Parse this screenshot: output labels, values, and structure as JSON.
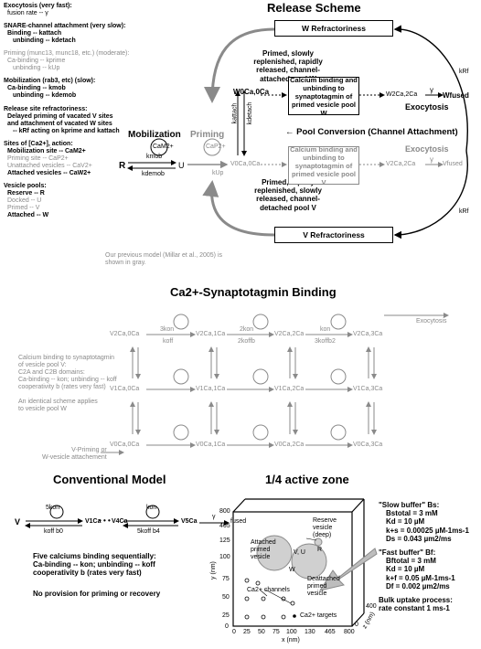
{
  "legend": {
    "lines": [
      {
        "text": "Exocytosis (very fast):",
        "style": "b"
      },
      {
        "text": "fusion rate -- γ",
        "style": "n"
      },
      {
        "text": "SNARE-channel attachment (very slow):",
        "style": "b"
      },
      {
        "text": "Binding -- kattach",
        "style": "b"
      },
      {
        "text": "unbinding -- kdetach",
        "style": "b"
      },
      {
        "text": "Priming (munc13, munc18, etc.) (moderate):",
        "style": "g"
      },
      {
        "text": "Ca-binding -- kprime",
        "style": "g"
      },
      {
        "text": "unbinding -- kUp",
        "style": "g"
      },
      {
        "text": "Mobilization (rab3, etc) (slow):",
        "style": "b"
      },
      {
        "text": "Ca-binding -- kmob",
        "style": "b"
      },
      {
        "text": "unbinding -- kdemob",
        "style": "b"
      },
      {
        "text": "Release site refractoriness:",
        "style": "b"
      },
      {
        "text": "Delayed priming of vacated V sites",
        "style": "b"
      },
      {
        "text": "and attachment of vacated W sites",
        "style": "b"
      },
      {
        "text": "-- kRf acting on kprime and kattach",
        "style": "b"
      },
      {
        "text": "Sites of [Ca2+], action:",
        "style": "b"
      },
      {
        "text": "Mobilization site -- CaM2+",
        "style": "b"
      },
      {
        "text": "Priming site -- CaP2+",
        "style": "g"
      },
      {
        "text": "Unattached vesicles -- CaV2+",
        "style": "g"
      },
      {
        "text": "Attached vesicles -- CaW2+",
        "style": "b"
      },
      {
        "text": "Vesicle pools:",
        "style": "b"
      },
      {
        "text": "Reserve -- R",
        "style": "b"
      },
      {
        "text": "Docked -- U",
        "style": "g"
      },
      {
        "text": "Primed -- V",
        "style": "g"
      },
      {
        "text": "Attached -- W",
        "style": "b"
      }
    ]
  },
  "release": {
    "title": "Release Scheme",
    "w_refract": "W Refractoriness",
    "v_refract": "V Refractoriness",
    "primed_attached": "Primed, slowly replenished, rapidly released, channel-attached pool W",
    "primed_detached": "Primed, rapidly replenished, slowly released, channel-detached pool V",
    "ca_bind_w": "Calcium binding and unbinding to synaptotagmin of primed vesicle pool W",
    "ca_bind_v": "Calcium binding and unbinding to synaptotagmin of primed vesicle pool V",
    "mobilization": "Mobilization",
    "priming": "Priming",
    "pool_conversion": "← Pool Conversion (Channel Attachment)",
    "exocytosis_w": "Exocytosis",
    "exocytosis_v": "Exocytosis",
    "r": "R",
    "u": "U",
    "w0": "W0Ca,0Ca",
    "w2": "W2Ca,2Ca",
    "wfused": "Wfused",
    "v0": "V0Ca,0Ca",
    "v2": "V2Ca,2Ca",
    "vfused": "Vfused",
    "kmob": "kmob",
    "kdemob": "kdemob",
    "kattach": "kattach",
    "kdetach": "kdetach",
    "krf1": "kRf",
    "krf2": "kRf",
    "kup": "kUp",
    "gamma1": "γ",
    "gamma2": "γ",
    "cam": "CaM2+",
    "cap": "CaP2+",
    "previous_model": "Our previous model (Millar et al., 2005) is shown in gray."
  },
  "syt": {
    "title": "Ca2+-Synaptotagmin Binding",
    "note": "Calcium binding to synaptotagmin\nof vesicle pool V:\n    C2A and C2B domains:\n       Ca-binding -- kon; unbinding -- koff\n       cooperativity b (rates very fast)\n\nAn identical scheme applies\nto vesicle pool W",
    "exocytosis": "Exocytosis",
    "v_priming": "V-Priming or\nW-vesicle attachement",
    "row1": [
      "V2Ca,0Ca",
      "V2Ca,1Ca",
      "V2Ca,2Ca",
      "V2Ca,3Ca"
    ],
    "row2": [
      "V1Ca,0Ca",
      "V1Ca,1Ca",
      "V1Ca,2Ca",
      "V1Ca,3Ca"
    ],
    "row3": [
      "V0Ca,0Ca",
      "V0Ca,1Ca",
      "V0Ca,2Ca",
      "V0Ca,3Ca"
    ],
    "forward": [
      "3kon",
      "2kon",
      "kon"
    ],
    "backward": [
      "koff",
      "2koffb",
      "3koffb2"
    ]
  },
  "conventional": {
    "title": "Conventional Model",
    "v": "V",
    "v1": "V1Ca",
    "dots": "• • •",
    "v4": "V4Ca",
    "v5": "V5Ca",
    "fused": "fused",
    "gamma": "γ",
    "top1": "5kon",
    "bot1": "koff b0",
    "top2": "kon",
    "bot2": "5koff b4",
    "desc": "Five calciums binding sequentially:\nCa-binding -- kon; unbinding -- koff\ncooperativity b (rates very fast)",
    "noprov": "No provision for priming or recovery"
  },
  "zone": {
    "title": "1/4 active zone",
    "y_ticks": [
      "800",
      "465",
      "125",
      "100",
      "75",
      "50",
      "25",
      "0"
    ],
    "x_ticks": [
      "0",
      "25",
      "50",
      "75",
      "100",
      "130",
      "465",
      "800"
    ],
    "z_ticks": [
      "0",
      "400"
    ],
    "xlabel": "x (nm)",
    "ylabel": "y (nm)",
    "zlabel": "z (nm)",
    "attached": "Attached\nprimed\nvesicle",
    "reserve": "Reserve\nvesicle\n(deep)",
    "r": "R",
    "vu": "V, U",
    "w": "W",
    "detached": "Deattached\nprimed\nvesicle",
    "channels": "Ca2+ channels",
    "targets": "Ca2+ targets"
  },
  "buffers": {
    "slow_title": "\"Slow buffer\" Bs:",
    "slow": [
      "Bstotal = 3 mM",
      "Kd = 10 µM",
      "k+s = 0.00025 µM-1ms-1",
      "Ds = 0.043 µm2/ms"
    ],
    "fast_title": "\"Fast buffer\" Bf:",
    "fast": [
      "Bftotal = 3 mM",
      "Kd = 10 µM",
      "k+f = 0.05 µM-1ms-1",
      "Df = 0.002 µm2/ms"
    ],
    "bulk": "Bulk uptake process:\nrate constant 1 ms-1"
  }
}
